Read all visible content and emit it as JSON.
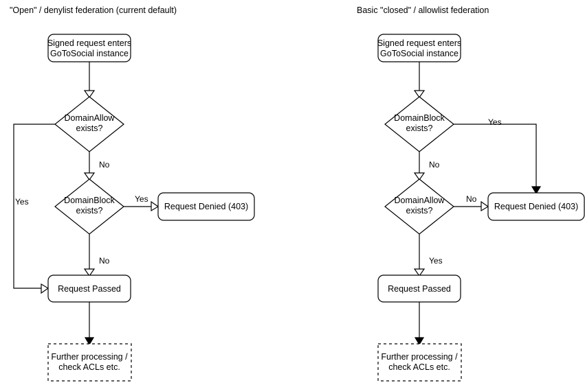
{
  "diagram": {
    "title_left": "\"Open\" / denylist federation (current default)",
    "title_right": "Basic \"closed\" / allowlist federation",
    "colors": {
      "stroke": "#000000",
      "fill": "#ffffff",
      "text": "#000000"
    }
  },
  "left_flow": {
    "name": "open-denylist-federation",
    "nodes": {
      "entry_line1": "Signed request enters",
      "entry_line2": "GoToSocial instance",
      "decision1_line1": "DomainAllow",
      "decision1_line2": "exists?",
      "decision2_line1": "DomainBlock",
      "decision2_line2": "exists?",
      "denied": "Request Denied (403)",
      "passed": "Request Passed",
      "further_line1": "Further processing /",
      "further_line2": "check ACLs etc."
    },
    "edge_labels": {
      "allow_yes": "Yes",
      "allow_no": "No",
      "block_yes": "Yes",
      "block_no": "No"
    }
  },
  "right_flow": {
    "name": "closed-allowlist-federation",
    "nodes": {
      "entry_line1": "Signed request enters",
      "entry_line2": "GoToSocial instance",
      "decision1_line1": "DomainBlock",
      "decision1_line2": "exists?",
      "decision2_line1": "DomainAllow",
      "decision2_line2": "exists?",
      "denied": "Request Denied (403)",
      "passed": "Request Passed",
      "further_line1": "Further processing /",
      "further_line2": "check ACLs etc."
    },
    "edge_labels": {
      "block_yes": "Yes",
      "block_no": "No",
      "allow_no": "No",
      "allow_yes": "Yes"
    }
  }
}
